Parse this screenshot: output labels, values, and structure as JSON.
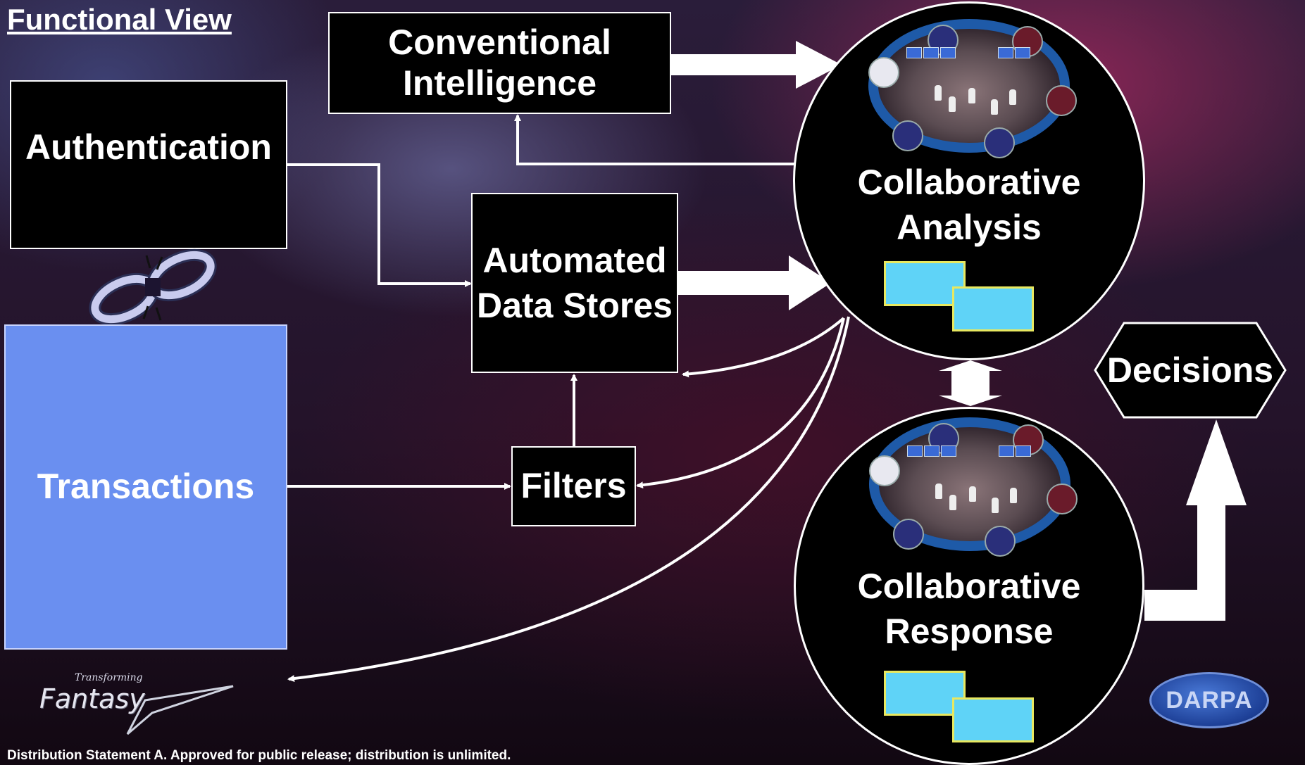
{
  "title": "Functional View",
  "boxes": {
    "conventional_intelligence": "Conventional Intelligence",
    "authentication": "Authentication",
    "automated_data_stores": "Automated Data Stores",
    "transactions": "Transactions",
    "filters": "Filters"
  },
  "circles": {
    "collaborative_analysis": "Collaborative Analysis",
    "collaborative_response": "Collaborative Response"
  },
  "decisions": "Decisions",
  "logos": {
    "left_top": "Transforming",
    "left_main": "Fantasy",
    "right": "DARPA"
  },
  "footer": "Distribution Statement A. Approved for public release; distribution is unlimited.",
  "colors": {
    "transactions_fill": "#6a8ff0",
    "window_fill": "#5fd3f7",
    "window_border": "#e8e860"
  }
}
